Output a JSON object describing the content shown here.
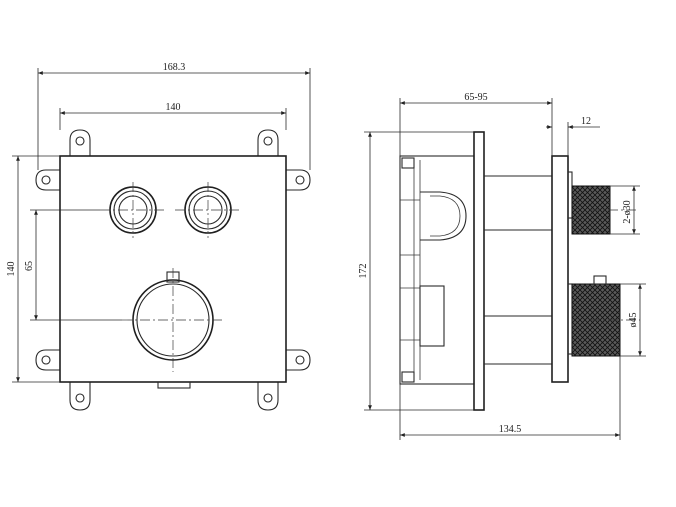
{
  "front_view": {
    "dims": {
      "overall_width": "168.3",
      "plate_width": "140",
      "height": "140",
      "offset": "65"
    }
  },
  "side_view": {
    "dims": {
      "depth_range": "65-95",
      "plate_thickness": "12",
      "height": "172",
      "total_depth": "134.5",
      "small_outlets": "2-ø30",
      "large_knob": "ø45"
    }
  }
}
